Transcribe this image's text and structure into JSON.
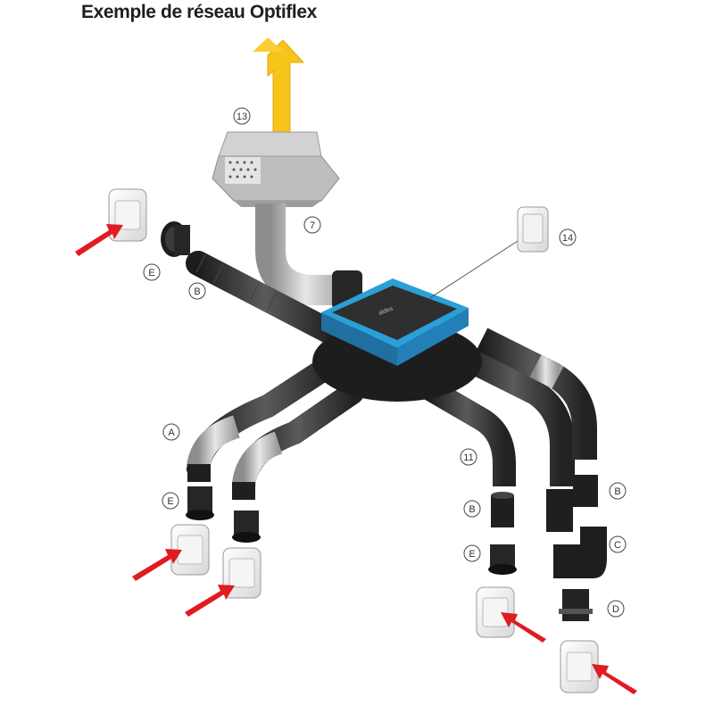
{
  "title": "Exemple de réseau Optiflex",
  "unit_brand": "aldes",
  "colors": {
    "accent_blue": "#2a9fd8",
    "arrow_red": "#e01b22",
    "exhaust_yellow": "#f7c419",
    "duct_dark": "#2e2e2e",
    "duct_grey": "#bdbdbd"
  },
  "callouts": [
    {
      "id": "13",
      "text": "13"
    },
    {
      "id": "7",
      "text": "7"
    },
    {
      "id": "14",
      "text": "14"
    },
    {
      "id": "E",
      "text": "E"
    },
    {
      "id": "B",
      "text": "B"
    },
    {
      "id": "A",
      "text": "A"
    },
    {
      "id": "E",
      "text": "E"
    },
    {
      "id": "11",
      "text": "11"
    },
    {
      "id": "B",
      "text": "B"
    },
    {
      "id": "E",
      "text": "E"
    },
    {
      "id": "B",
      "text": "B"
    },
    {
      "id": "C",
      "text": "C"
    },
    {
      "id": "D",
      "text": "D"
    }
  ]
}
